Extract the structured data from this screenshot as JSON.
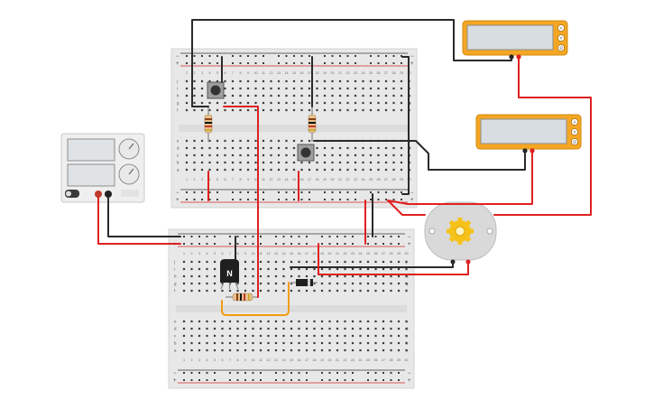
{
  "canvas": {
    "background": "#ffffff"
  },
  "colors": {
    "board": "#e8e8e8",
    "board_edge": "#d4d4d4",
    "rail_red": "#d62828",
    "rail_blue": "#3a3a3a",
    "hole": "#3c3c3c",
    "wire_black": "#2a2a2a",
    "wire_red": "#e02020",
    "wire_orange": "#f39c12",
    "meter_body": "#f5a623",
    "meter_screen": "#d7dde0",
    "motor_gear": "#f6c21a"
  },
  "breadboard_top": {
    "row_letters_top": [
      "j",
      "i",
      "h",
      "g",
      "f"
    ],
    "row_letters_bottom": [
      "e",
      "d",
      "c",
      "b",
      "a"
    ],
    "columns": [
      "1",
      "2",
      "3",
      "4",
      "5",
      "6",
      "7",
      "8",
      "9",
      "10",
      "11",
      "12",
      "13",
      "14",
      "15",
      "16",
      "17",
      "18",
      "19",
      "20",
      "21",
      "22",
      "23",
      "24",
      "25",
      "26",
      "27",
      "28",
      "29",
      "30"
    ],
    "rail_minus": "−",
    "rail_plus": "+"
  },
  "breadboard_bottom": {
    "row_letters_top": [
      "j",
      "i",
      "h",
      "g",
      "f"
    ],
    "row_letters_bottom": [
      "e",
      "d",
      "c",
      "b",
      "a"
    ],
    "columns": [
      "1",
      "2",
      "3",
      "4",
      "5",
      "6",
      "7",
      "8",
      "9",
      "10",
      "11",
      "12",
      "13",
      "14",
      "15",
      "16",
      "17",
      "18",
      "19",
      "20",
      "21",
      "22",
      "23",
      "24",
      "25",
      "26",
      "27",
      "28",
      "29",
      "30"
    ],
    "rail_minus": "−",
    "rail_plus": "+"
  },
  "multimeter_1": {
    "mode_labels": [
      "A",
      "V",
      "Ω"
    ],
    "reading": ""
  },
  "multimeter_2": {
    "mode_labels": [
      "A",
      "V",
      "Ω"
    ],
    "reading": ""
  },
  "transistor": {
    "label": "N"
  },
  "power_supply": {
    "voltage_display": "",
    "current_display": ""
  },
  "motor": {
    "icon": "gear-icon"
  },
  "icons": {
    "pushbutton_1": "pushbutton-icon",
    "pushbutton_2": "pushbutton-icon",
    "resistor": "resistor-icon",
    "diode": "diode-icon"
  }
}
